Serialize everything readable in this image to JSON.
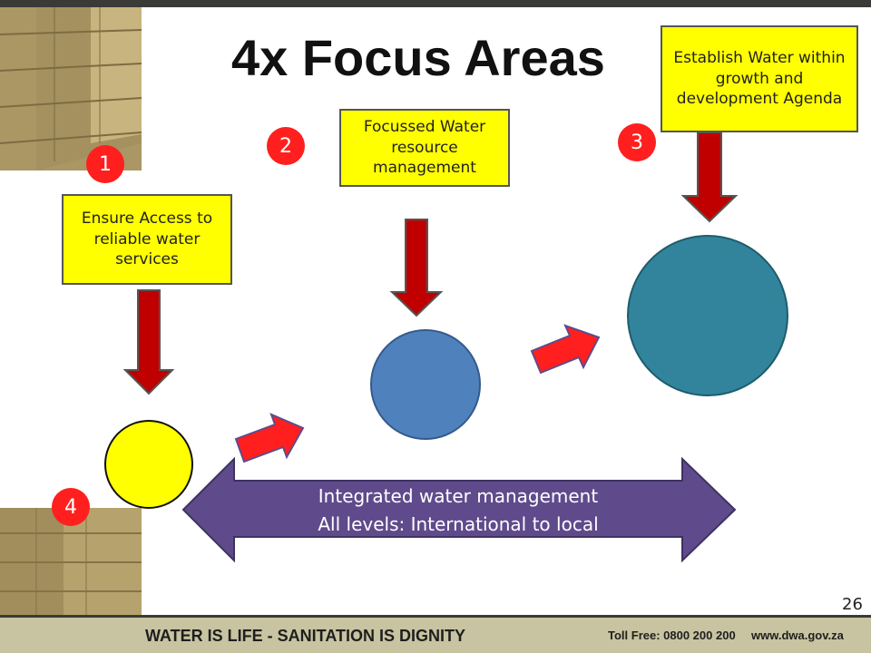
{
  "title": "4x  Focus Areas",
  "page_number": "26",
  "boxes": {
    "b1": "Ensure Access to reliable water services",
    "b2": "Focussed Water resource management",
    "b3": "Establish Water within growth and development Agenda"
  },
  "numbers": {
    "n1": "1",
    "n2": "2",
    "n3": "3",
    "n4": "4"
  },
  "double_arrow": {
    "line1": "Integrated water management",
    "line2": "All levels: International to local"
  },
  "footer": {
    "slogan": "WATER IS LIFE - SANITATION IS DIGNITY",
    "toll_free": "Toll Free: 0800 200 200",
    "website": "www.dwa.gov.za"
  },
  "colors": {
    "box_fill": "#ffff00",
    "down_arrow": "#c00000",
    "step_arrow": "#ff1f1f",
    "badge": "#ff1f1f",
    "circle_yellow": "#ffff00",
    "circle_blue": "#4f81bd",
    "circle_teal": "#31849b",
    "double_arrow": "#5f4b8b"
  }
}
